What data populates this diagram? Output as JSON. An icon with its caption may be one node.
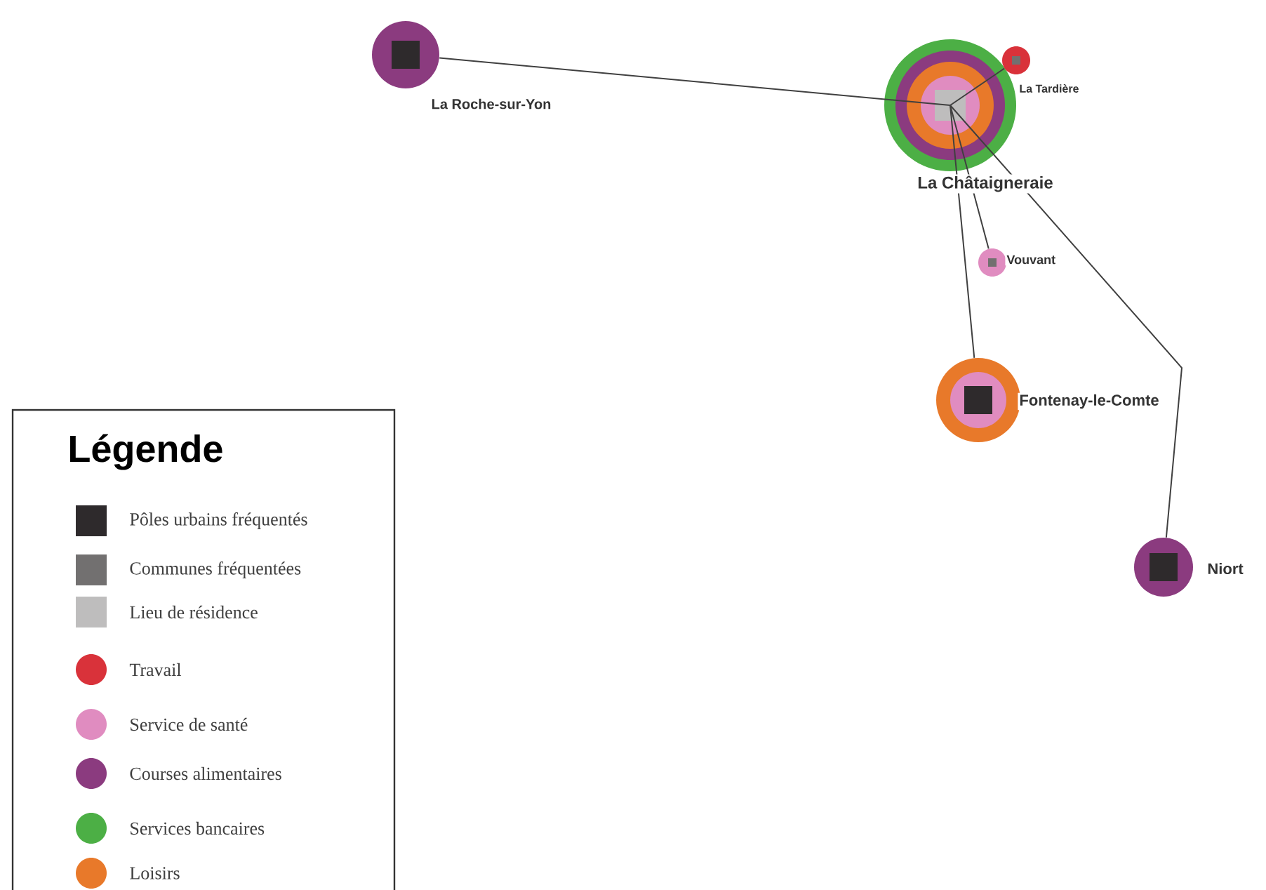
{
  "diagram": {
    "nodes": [
      {
        "text": [
          "La Roche-sur-Yon"
        ]
      },
      {
        "text": [
          "La Châtaigneraie"
        ]
      },
      {
        "text": [
          "La Tardière"
        ]
      },
      {
        "text": [
          "Vouvant"
        ]
      },
      {
        "text": [
          "Fontenay-le-Comte"
        ]
      },
      {
        "text": [
          "Niort"
        ]
      }
    ],
    "edges": [
      {
        "from": 1,
        "to": 0,
        "arrow": "none"
      },
      {
        "from": 1,
        "to": 2,
        "arrow": "none"
      },
      {
        "from": 1,
        "to": 3,
        "arrow": "none"
      },
      {
        "from": 1,
        "to": 4,
        "arrow": "none"
      },
      {
        "from": 1,
        "to": 5,
        "arrow": "none"
      }
    ],
    "labels": [
      "Légende"
    ],
    "legend": [
      {
        "text": "Pôles urbains fréquentés",
        "color": "#2e2a2c"
      },
      {
        "text": "Communes fréquentées",
        "color": "#727070"
      },
      {
        "text": "Lieu de résidence",
        "color": "#bebdbd"
      },
      {
        "text": "Travail",
        "color": "#d9323a"
      },
      {
        "text": "Service de santé",
        "color": "#e08cc0"
      },
      {
        "text": "Courses alimentaires",
        "color": "#8b3b7f"
      },
      {
        "text": "Services bancaires",
        "color": "#4caf45"
      },
      {
        "text": "Loisirs",
        "color": "#e8792a"
      }
    ]
  }
}
